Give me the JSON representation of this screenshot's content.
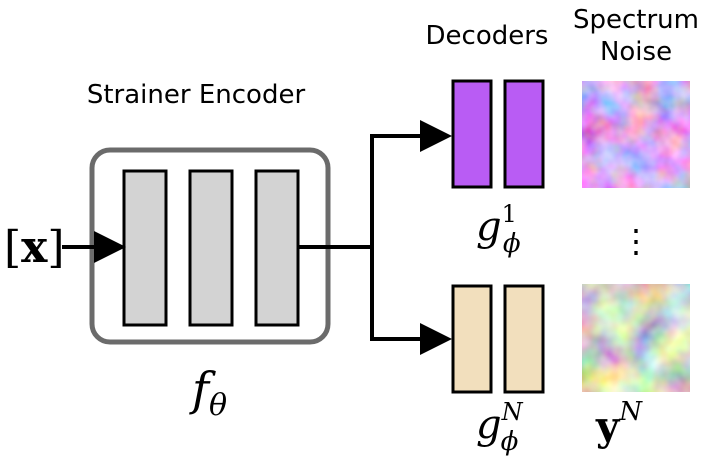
{
  "encoder": {
    "title": "Strainer Encoder",
    "symbol_main": "f",
    "symbol_sub": "θ"
  },
  "input": {
    "bracket_left": "[",
    "symbol": "x",
    "bracket_right": "]"
  },
  "decoders": {
    "title": "Decoders",
    "top_main": "g",
    "top_sub": "ϕ",
    "top_sup": "1",
    "bottom_main": "g",
    "bottom_sub": "ϕ",
    "bottom_sup": "N"
  },
  "noise": {
    "title_line1": "Spectrum",
    "title_line2": "Noise",
    "ellipsis": "⋮",
    "output_main": "y",
    "output_sup": "N"
  },
  "colors": {
    "encoder_layer": "#d3d3d3",
    "encoder_frame": "#6b6b6b",
    "decoder_top": "#b95cf4",
    "decoder_bottom": "#f2dfbd",
    "arrow": "#000000"
  }
}
